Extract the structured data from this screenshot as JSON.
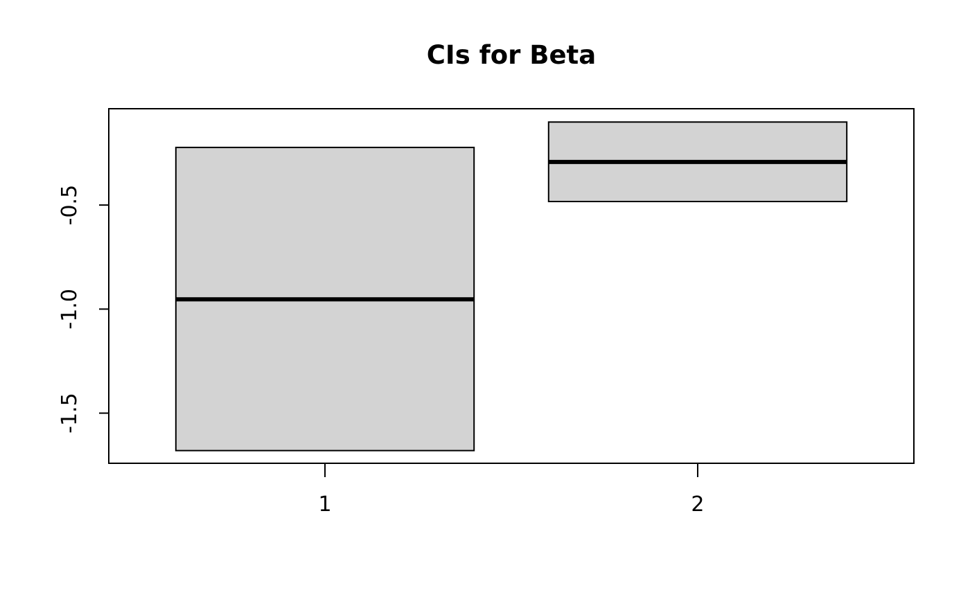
{
  "chart_data": {
    "type": "boxplot",
    "title": "CIs for Beta",
    "xlabel": "",
    "ylabel": "",
    "categories": [
      "1",
      "2"
    ],
    "boxes": [
      {
        "category": "1",
        "low": -1.68,
        "median": -0.953,
        "high": -0.223
      },
      {
        "category": "2",
        "low": -0.483,
        "median": -0.293,
        "high": -0.101
      }
    ],
    "yticks": [
      -1.5,
      -1.0,
      -0.5
    ],
    "ytick_labels": [
      "-1.5",
      "-1.0",
      "-0.5"
    ],
    "ylim": [
      -1.741,
      -0.037
    ],
    "xlim": [
      0.42,
      2.58
    ],
    "box_fill": "#d3d3d3",
    "grid": false,
    "legend": "none"
  }
}
